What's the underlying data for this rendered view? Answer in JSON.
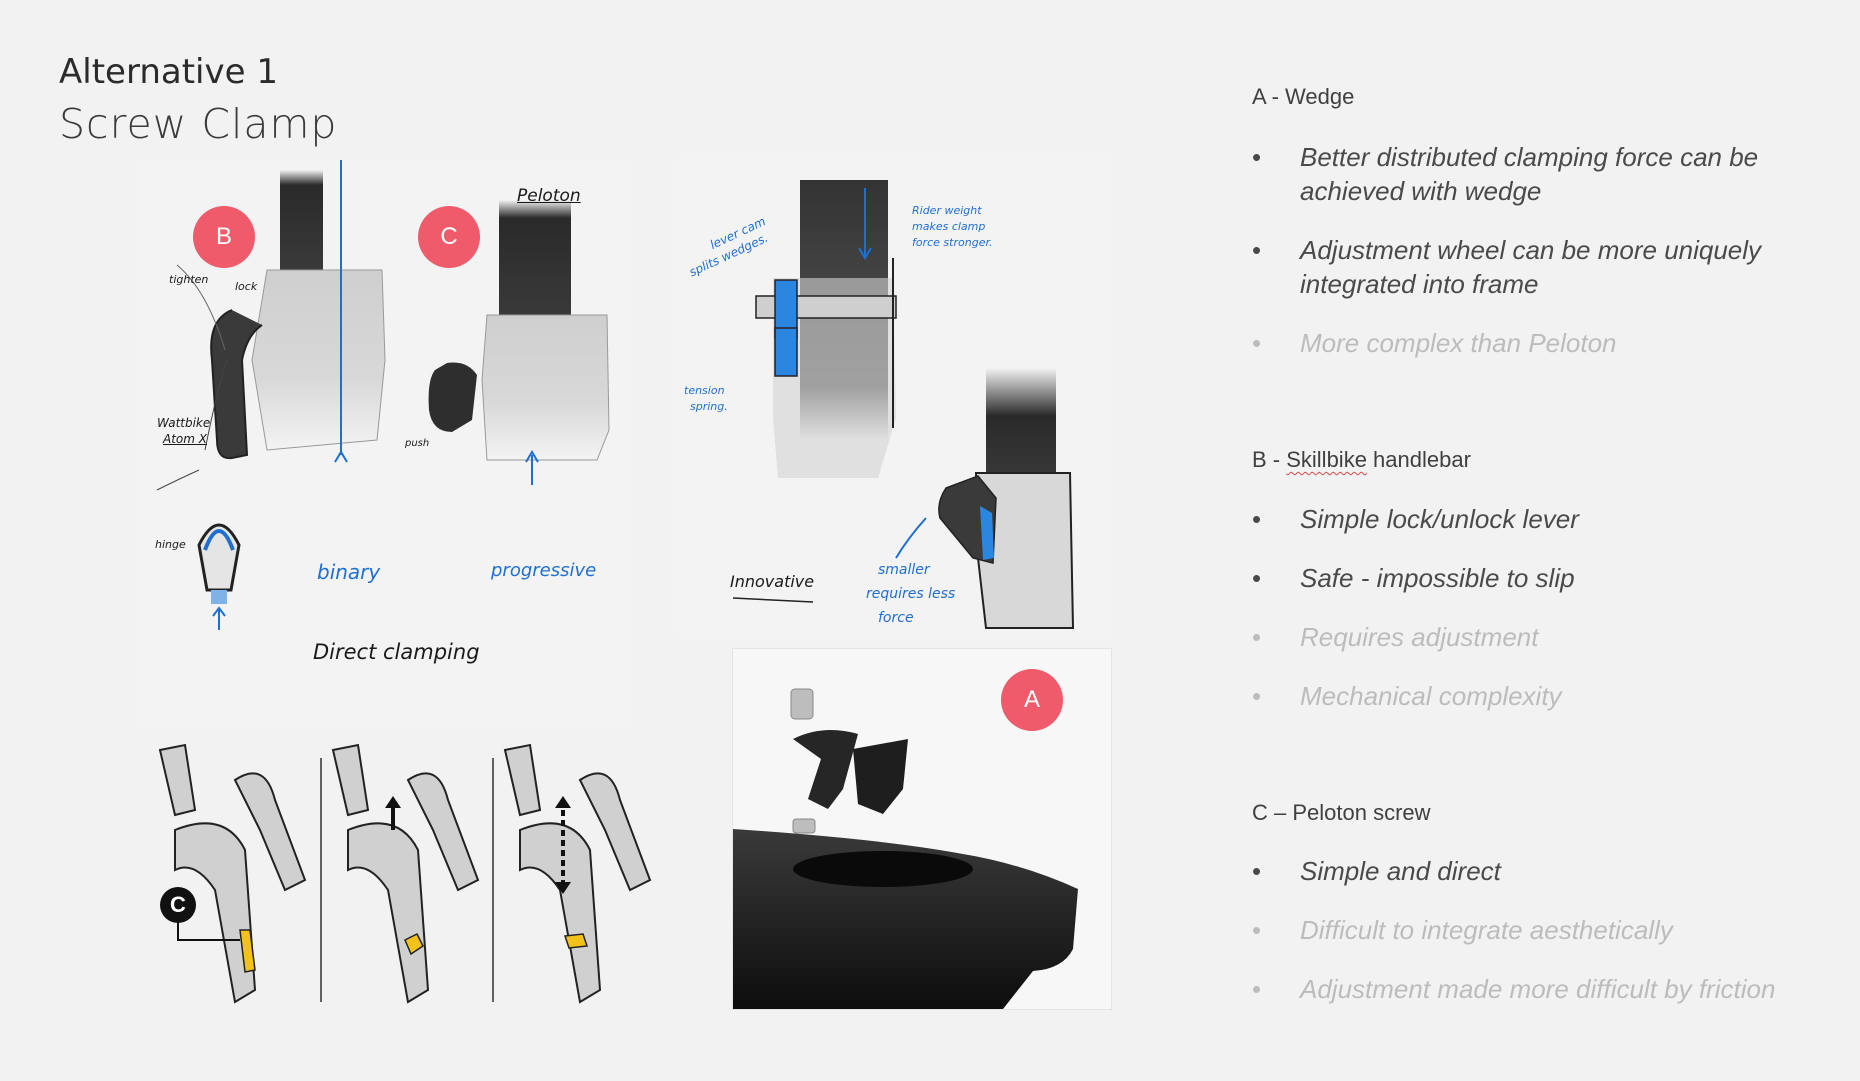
{
  "title": {
    "line1": "Alternative 1",
    "line2": "Screw Clamp"
  },
  "badges": {
    "b": "B",
    "c": "C",
    "a": "A",
    "c_small": "C"
  },
  "sketch_notes": {
    "left": {
      "peloton": "Peloton",
      "tighten": "tighten",
      "lock": "lock",
      "wattbike": "Wattbike",
      "atomx": "Atom X",
      "push": "push",
      "hinge": "hinge",
      "binary": "binary",
      "progressive": "progressive",
      "direct": "Direct clamping"
    },
    "right": {
      "lever_note_1": "lever cam",
      "lever_note_2": "splits wedges.",
      "rider_note_1": "Rider weight",
      "rider_note_2": "makes clamp",
      "rider_note_3": "force stronger.",
      "tension_1": "tension",
      "tension_2": "spring.",
      "innovative": "Innovative",
      "smaller_1": "smaller",
      "smaller_2": "requires less",
      "smaller_3": "force"
    }
  },
  "sections": [
    {
      "title_prefix": "A - Wedge",
      "title_link": "",
      "items": [
        {
          "text": "Better distributed clamping force can be achieved with wedge",
          "style": "dark"
        },
        {
          "text": "Adjustment wheel can be more uniquely integrated into frame",
          "style": "dark"
        },
        {
          "text": "More complex than Peloton",
          "style": "faded"
        }
      ]
    },
    {
      "title_prefix": "B - ",
      "title_link": "Skillbike",
      "title_suffix": " handlebar",
      "items": [
        {
          "text": "Simple lock/unlock lever",
          "style": "dark"
        },
        {
          "text": "Safe - impossible to slip",
          "style": "dark"
        },
        {
          "text": "Requires adjustment",
          "style": "faded"
        },
        {
          "text": "Mechanical complexity",
          "style": "faded"
        }
      ]
    },
    {
      "title_prefix": "C – Peloton screw",
      "title_link": "",
      "items": [
        {
          "text": "Simple and direct",
          "style": "dark"
        },
        {
          "text": "Difficult to integrate aesthetically",
          "style": "faded"
        },
        {
          "text": "Adjustment made more difficult by friction",
          "style": "faded"
        }
      ]
    }
  ],
  "bullet_char": "•",
  "colors": {
    "badge": "#ef5b6a",
    "sketch_blue": "#1f6fd1",
    "bullet_dark": "#4a4a4a",
    "bullet_faded": "#bcbcbc"
  }
}
